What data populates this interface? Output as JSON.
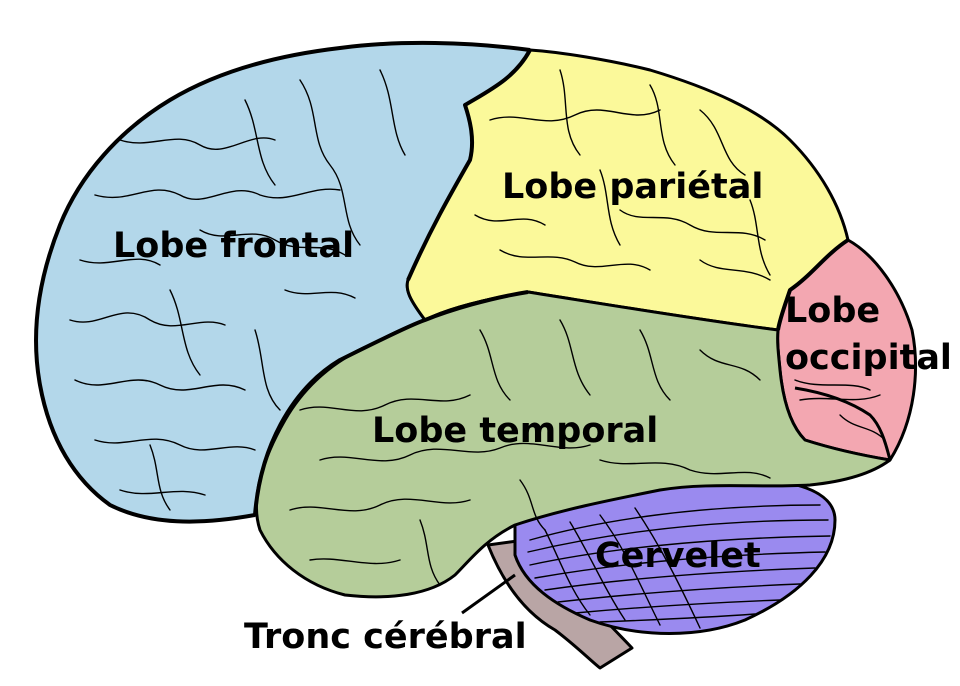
{
  "labels": {
    "frontal": "Lobe frontal",
    "parietal": "Lobe pariétal",
    "occipital_line1": "Lobe",
    "occipital_line2": "occipital",
    "temporal": "Lobe temporal",
    "cerebellum": "Cervelet",
    "brainstem": "Tronc cérébral"
  },
  "colors": {
    "frontal": "#b3d7ea",
    "parietal": "#fbf99a",
    "occipital": "#f3a7b1",
    "temporal": "#b5cd9a",
    "cerebellum": "#9a8aef",
    "brainstem": "#b9a5a5",
    "outline": "#000000"
  }
}
